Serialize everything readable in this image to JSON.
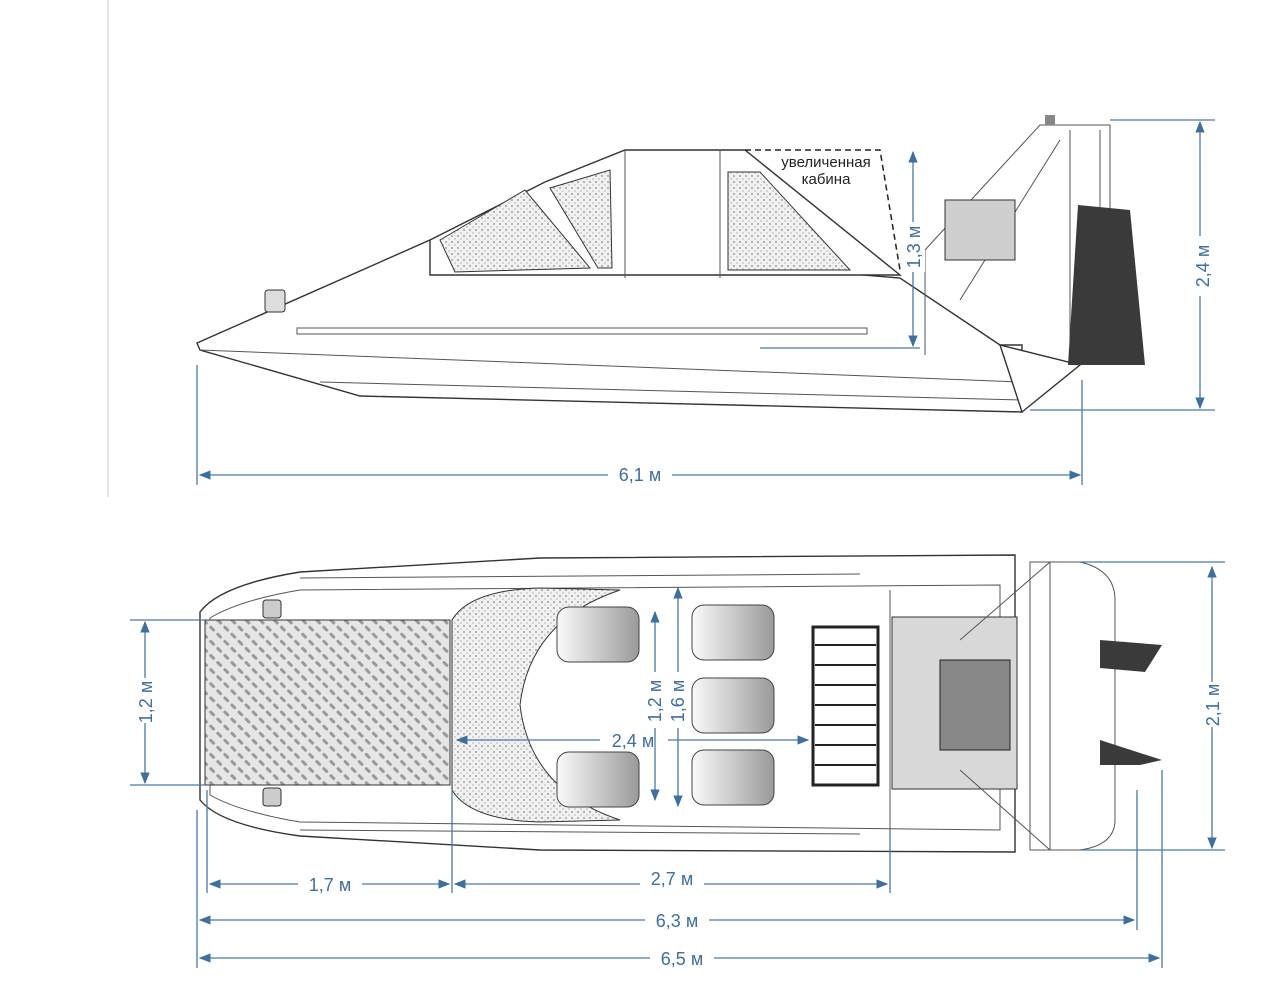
{
  "side_view": {
    "cabin_note_line1": "увеличенная",
    "cabin_note_line2": "кабина",
    "cabin_height": "1,3 м",
    "total_height": "2,4 м",
    "total_length": "6,1 м"
  },
  "top_view": {
    "deck_width": "1,2 м",
    "seat_spacing": "1,2 м",
    "cockpit_width": "1,6 м",
    "cockpit_length": "2,4 м",
    "total_width": "2,1 м",
    "bow_section_length": "1,7 м",
    "cabin_section_length": "2,7 м",
    "hull_length": "6,3 м",
    "overall_length": "6,5 м"
  },
  "colors": {
    "dimension": "#3f6f9c",
    "hull_outline": "#333333",
    "rudder": "#3a3a3a"
  }
}
